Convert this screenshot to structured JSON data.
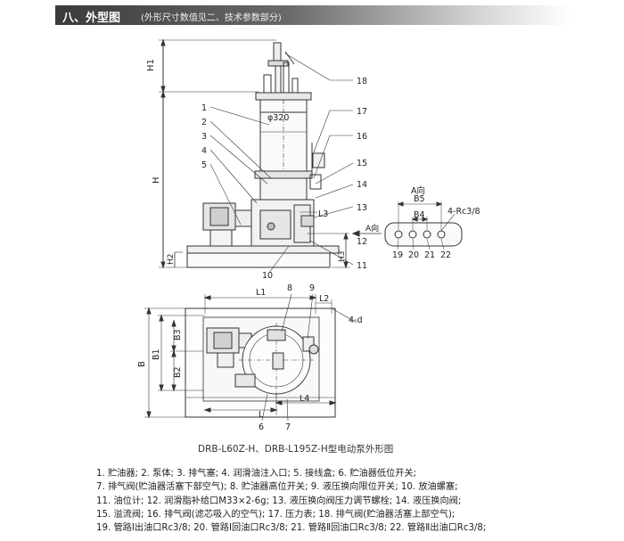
{
  "section": {
    "title": "八、外型图",
    "subtitle": "(外形尺寸数值见二、技术参数部分)"
  },
  "labels": {
    "h1": "H1",
    "h": "H",
    "h2": "H2",
    "h3": "H3",
    "diameter": "φ320",
    "l3": "L3",
    "a_arrow": "A向",
    "view_a_title": "A向",
    "b5": "B5",
    "b4": "B4",
    "rc": "4-Rc3/8",
    "p19": "19",
    "p20": "20",
    "p21": "21",
    "p22": "22",
    "l1": "L1",
    "l2": "L2",
    "l": "L",
    "l4": "L4",
    "b": "B",
    "b1": "B1",
    "b2": "B2",
    "b3": "B3",
    "d4": "4-d",
    "n1": "1",
    "n2": "2",
    "n3": "3",
    "n4": "4",
    "n5": "5",
    "n6": "6",
    "n7": "7",
    "n8": "8",
    "n9": "9",
    "n10": "10",
    "n11": "11",
    "n12": "12",
    "n13": "13",
    "n14": "14",
    "n15": "15",
    "n16": "16",
    "n17": "17",
    "n18": "18"
  },
  "caption": "DRB-L60Z-H、DRB-L195Z-H型电动泵外形图",
  "legend": [
    "1. 贮油器;  2. 泵体;  3. 排气塞;  4. 润滑油注入口;  5. 接线盒;   6. 贮油器低位开关;",
    "7. 排气阀(贮油器活塞下部空气);  8. 贮油器高位开关;  9. 液压换向限位开关;  10. 放油螺塞;",
    "11. 油位计;  12. 润滑脂补给口M33×2-6g;  13. 液压换向阀压力调节螺栓;  14. 液压换向阀;",
    "15. 溢流阀;  16. 排气阀(滤芯吸入的空气);  17. 压力表;  18. 排气阀(贮油器活塞上部空气);",
    "19. 管路Ⅰ出油口Rc3/8;  20. 管路Ⅰ回油口Rc3/8;  21. 管路Ⅱ回油口Rc3/8;  22. 管路Ⅱ出油口Rc3/8;"
  ]
}
